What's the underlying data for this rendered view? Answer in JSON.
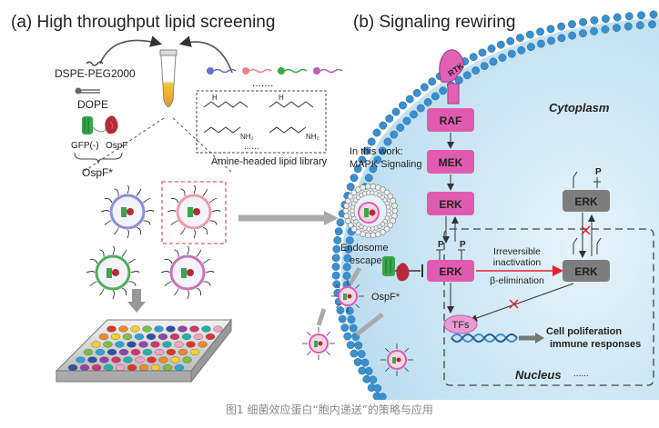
{
  "panel_a": {
    "title": "(a) High throughput lipid screening",
    "dspe_label": "DSPE-PEG2000",
    "dope_label": "DOPE",
    "gfp_label": "GFP(-)",
    "ospf_label": "OspF",
    "ospf_star_label": "OspF*",
    "dots_top": ".......",
    "dots_library": "......",
    "library_label": "Amine-headed lipid library",
    "nh2_a": "NH₂",
    "nh2_b": "NH₂"
  },
  "panel_b": {
    "title": "(b) Signaling rewiring",
    "rtk": "RTK",
    "raf": "RAF",
    "mek": "MEK",
    "erk_main": "ERK",
    "erk_nucleus": "ERK",
    "erk_inactive_nucleus": "ERK",
    "erk_inactive_top": "ERK",
    "cytoplasm": "Cytoplasm",
    "in_this_work": "In this work:",
    "mapk": "MAPK Signaling",
    "endosome": "Endosome",
    "escape": "escape",
    "ospf_star": "OspF*",
    "irreversible": "Irreversible",
    "inactivation": "inactivation",
    "beta_elim": "β-elimination",
    "tfs": "TFs",
    "cell_prolif": "Cell poliferation",
    "immune": "immune responses",
    "nucleus": "Nucleus",
    "nucleus_dots": "......",
    "p": "P"
  },
  "colors": {
    "membrane_blue": "#3a8fcf",
    "cyto_bg": "#cfe8f5",
    "pink_node": "#e05bb0",
    "grey_node": "#7d7d7d",
    "red_arrow": "#e0242a"
  },
  "caption": "图1 细菌效应蛋白“胞内递送”的策略与应用"
}
